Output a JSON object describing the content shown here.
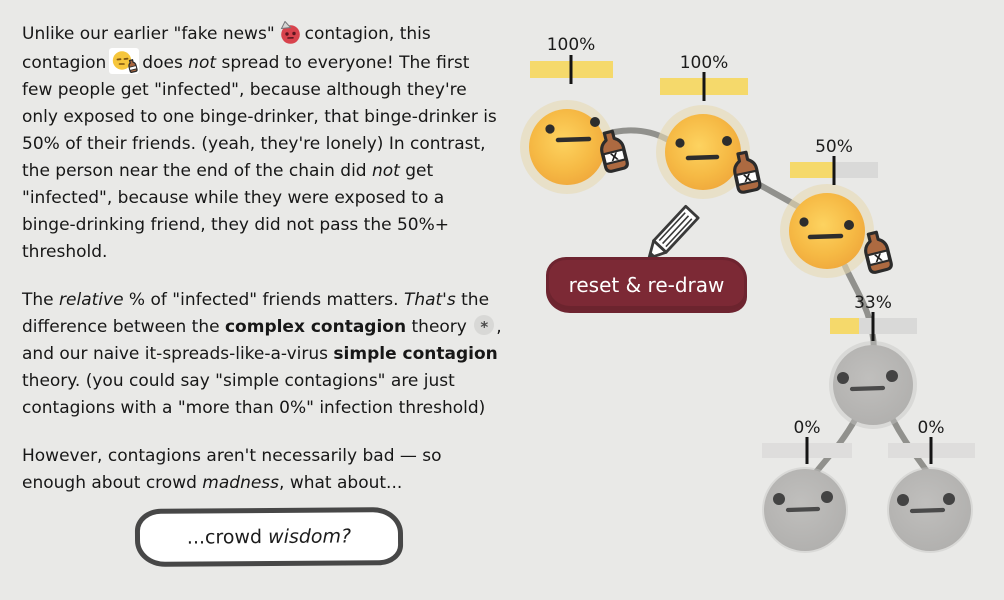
{
  "article": {
    "p1": {
      "s1": "Unlike our earlier \"fake news\"",
      "s2": "contagion, this contagion",
      "s3": "does ",
      "em1": "not",
      "s4": " spread to everyone! The first few people get \"infected\", because although they're only exposed to one binge-drinker, that binge-drinker is 50% of their friends. (yeah, they're lonely) In contrast, the person near the end of the chain did ",
      "em2": "not",
      "s5": " get \"infected\", because while they were exposed to a binge-drinking friend, they did not pass the 50%+ threshold."
    },
    "p2": {
      "s1": "The ",
      "em1": "relative",
      "s2": " % of \"infected\" friends matters. ",
      "em2": "That's",
      "s3": " the difference between the ",
      "b1": "complex contagion",
      "s4": " theory ",
      "badge": "*",
      "s5": ", and our naive it-spreads-like-a-virus ",
      "b2": "simple contagion",
      "s6": " theory. (you could say \"simple contagions\" are just contagions with a \"more than 0%\" infection threshold)"
    },
    "p3": {
      "s1": "However, contagions aren't necessarily bad — so enough about crowd ",
      "em1": "madness",
      "s2": ", what about..."
    },
    "bubble": {
      "s1": "...crowd ",
      "em1": "wisdom?"
    }
  },
  "sim": {
    "reset_label": "reset & re-draw",
    "threshold_pct": 50,
    "nodes": [
      {
        "name": "person-1",
        "state": "infected",
        "meter_label": "100%",
        "meter_pct": 100,
        "fill_w": 83
      },
      {
        "name": "person-2",
        "state": "infected",
        "meter_label": "100%",
        "meter_pct": 100,
        "fill_w": 88
      },
      {
        "name": "person-3",
        "state": "infected",
        "meter_label": "50%",
        "meter_pct": 50,
        "fill_w": 44
      },
      {
        "name": "person-4",
        "state": "healthy",
        "meter_label": "33%",
        "meter_pct": 33,
        "fill_w": 29
      },
      {
        "name": "person-5",
        "state": "healthy",
        "meter_label": "0%",
        "meter_pct": 0,
        "fill_w": 0
      },
      {
        "name": "person-6",
        "state": "healthy",
        "meter_label": "0%",
        "meter_pct": 0,
        "fill_w": 0
      }
    ],
    "bottle_glyph": "X"
  },
  "colors": {
    "background": "#e9e9e7",
    "meter_fill_yellow": "#f5d96b",
    "meter_bg_gray": "#d9d9d8",
    "infected_node": "#f4b13e",
    "healthy_node": "#b6b5b3",
    "edge_gray": "#91918d",
    "reset_button": "#7c2935",
    "bottle_brown": "#ad6a41"
  }
}
